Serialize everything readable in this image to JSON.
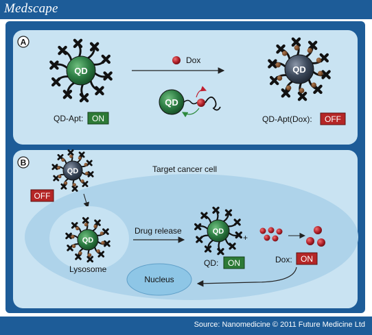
{
  "header": {
    "brand": "Medscape"
  },
  "footer": {
    "source": "Source: Nanomedicine © 2011 Future Medicine Ltd"
  },
  "panel_a": {
    "label": "A",
    "qd_text": "QD",
    "dox_label": "Dox",
    "left_caption": "QD-Apt:",
    "left_state": "ON",
    "right_caption": "QD-Apt(Dox):",
    "right_state": "OFF"
  },
  "panel_b": {
    "label": "B",
    "qd_text": "QD",
    "outside_state": "OFF",
    "cell_label": "Target cancer cell",
    "lysosome_label": "Lysosome",
    "release_label": "Drug release",
    "plus": "+",
    "qd_caption": "QD:",
    "qd_state": "ON",
    "dox_caption": "Dox:",
    "dox_state": "ON",
    "nucleus_label": "Nucleus"
  },
  "colors": {
    "brand_blue": "#1d5c98",
    "panel_bg": "#c9e3f2",
    "cell_bg": "#aed3ea",
    "qd_green": "#2e7d44",
    "qd_dark": "#3d4a5c",
    "dox_red": "#b0202a",
    "on_green": "#2d7a36",
    "off_red": "#b52626"
  }
}
